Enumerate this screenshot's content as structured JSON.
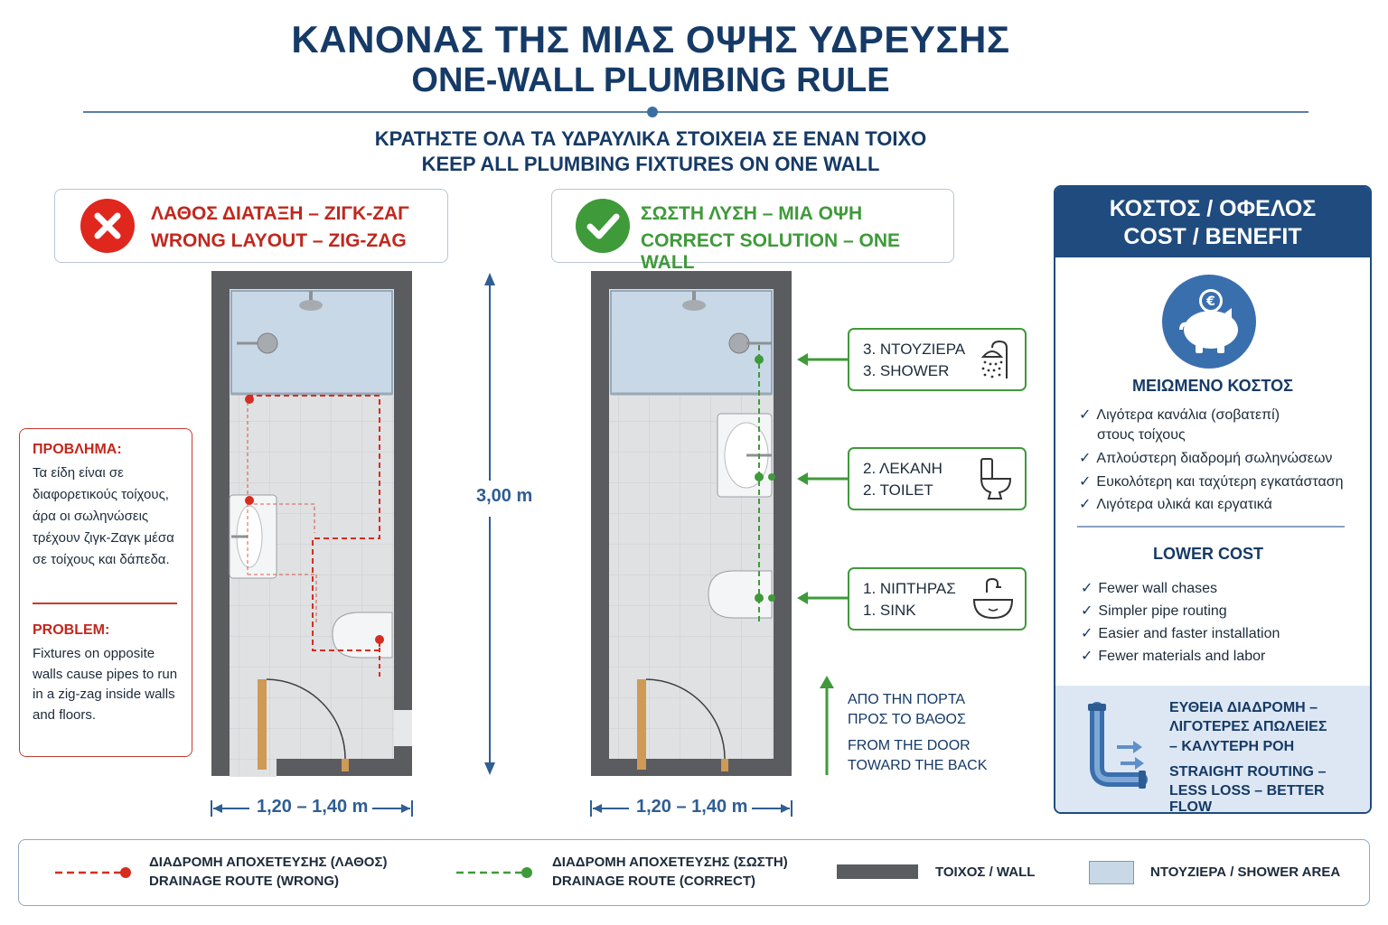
{
  "header": {
    "title_gr": "ΚΑΝΟΝΑΣ ΤΗΣ ΜΙΑΣ ΟΨΗΣ ΥΔΡΕΥΣΗΣ",
    "title_en": "ONE-WALL PLUMBING RULE",
    "subtitle_gr": "ΚΡΑΤΗΣΤΕ ΟΛΑ ΤΑ ΥΔΡΑΥΛΙΚΑ ΣΤΟΙΧΕΙΑ ΣΕ ΕΝΑΝ ΤΟΙΧΟ",
    "subtitle_en": "KEEP ALL PLUMBING FIXTURES ON ONE WALL"
  },
  "wrong": {
    "label_gr": "ΛΑΘΟΣ ΔΙΑΤΑΞΗ – ΖΙΓΚ-ΖΑΓ",
    "label_en": "WRONG LAYOUT – ZIG-ZAG",
    "width_dim": "1,20 – 1,40 m"
  },
  "correct": {
    "label_gr": "ΣΩΣΤΗ ΛΥΣΗ – ΜΙΑ ΟΨΗ",
    "label_en": "CORRECT SOLUTION – ONE WALL",
    "width_dim": "1,20 – 1,40 m"
  },
  "length_dim": "3,00 m",
  "problem": {
    "head_gr": "ΠΡΟΒΛΗΜΑ:",
    "text_gr": "Τα είδη είναι σε διαφορετικούς τοίχους, άρα οι σωληνώσεις τρέχουν ζιγκ-Ζαγκ μέσα σε τοίχους και δάπεδα.",
    "head_en": "PROBLEM:",
    "text_en": "Fixtures on opposite walls cause pipes to run in a zig-zag inside walls and floors."
  },
  "fixtures": [
    {
      "gr": "3. ΝΤΟΥΖΙΕΡΑ",
      "en": "3. SHOWER",
      "icon": "shower-icon"
    },
    {
      "gr": "2. ΛΕΚΑΝΗ",
      "en": "2. TOILET",
      "icon": "toilet-icon"
    },
    {
      "gr": "1. ΝΙΠΤΗΡΑΣ",
      "en": "1. SINK",
      "icon": "sink-icon"
    }
  ],
  "direction": {
    "gr_1": "ΑΠΟ ΤΗΝ ΠΟΡΤΑ",
    "gr_2": "ΠΡΟΣ ΤΟ ΒΑΘΟΣ",
    "en_1": "FROM THE DOOR",
    "en_2": "TOWARD THE BACK"
  },
  "cost": {
    "head_gr": "ΚΟΣΤΟΣ / ΟΦΕΛΟΣ",
    "head_en": "COST / BENEFIT",
    "reduced_gr": "ΜΕΙΩΜΕΝΟ ΚΟΣΤΟΣ",
    "items_gr": [
      "Λιγότερα κανάλια (σοβατεπί)",
      "στους τοίχους",
      "Απλούστερη διαδρομή σωληνώσεων",
      "Ευκολότερη και ταχύτερη εγκατάσταση",
      "Λιγότερα υλικά και εργατικά"
    ],
    "lower_en": "LOWER COST",
    "items_en": [
      "Fewer wall chases",
      "Simpler pipe routing",
      "Easier and faster installation",
      "Fewer materials and labor"
    ],
    "foot_gr_1": "ΕΥΘΕΙΑ ΔΙΑΔΡΟΜΗ –",
    "foot_gr_2": "ΛΙΓΟΤΕΡΕΣ ΑΠΩΛΕΙΕΣ",
    "foot_gr_3": "– ΚΑΛΥΤΕΡΗ ΡΟΗ",
    "foot_en_1": "STRAIGHT ROUTING –",
    "foot_en_2": "LESS LOSS – BETTER FLOW"
  },
  "legend": {
    "wrong_gr": "ΔΙΑΔΡΟΜΗ ΑΠΟΧΕΤΕΥΣΗΣ (ΛΑΘΟΣ)",
    "wrong_en": "DRAINAGE ROUTE (WRONG)",
    "correct_gr": "ΔΙΑΔΡΟΜΗ ΑΠΟΧΕΤΕΥΣΗΣ (ΣΩΣΤΗ)",
    "correct_en": "DRAINAGE ROUTE (CORRECT)",
    "wall": "ΤΟΙΧΟΣ / WALL",
    "shower": "ΝΤΟΥΖΙΕΡΑ / SHOWER AREA"
  },
  "colors": {
    "navy": "#163a66",
    "wrong_red": "#d62d20",
    "correct_green": "#3f9a3a",
    "wall": "#5a5c60",
    "shower_area": "#c9d8e6"
  }
}
